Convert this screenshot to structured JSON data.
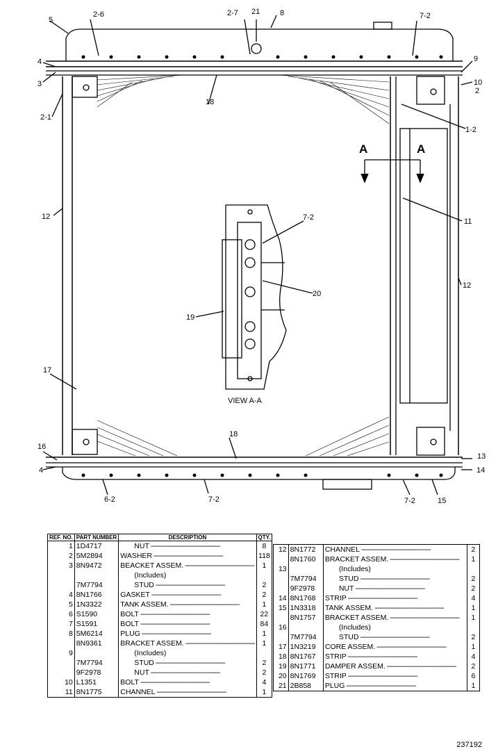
{
  "callouts": {
    "c2_6": "2-6",
    "c2_7": "2-7",
    "c21": "21",
    "c8": "8",
    "c5": "5",
    "c7_2_top": "7-2",
    "c4_top": "4",
    "c3": "3",
    "c9": "9",
    "c10": "10",
    "c2_right": "2",
    "c2_1": "2-1",
    "c18_top": "18",
    "c1_2": "1-2",
    "cA_left": "A",
    "cA_right": "A",
    "c12_left": "12",
    "c7_2_view": "7-2",
    "c11": "11",
    "c12_right": "12",
    "c20": "20",
    "c19": "19",
    "c17": "17",
    "view_label": "VIEW A-A",
    "c18_bottom": "18",
    "c16": "16",
    "c13": "13",
    "c4_bottom": "4",
    "c14": "14",
    "c6_2": "6-2",
    "c7_2_bl": "7-2",
    "c7_2_br": "7-2",
    "c15": "15"
  },
  "table_headers": {
    "ref": "REF. NO.",
    "part": "PART NUMBER",
    "desc": "DESCRIPTION",
    "qty": "QTY."
  },
  "parts_left": [
    {
      "ref": "1",
      "pn": "1D4717",
      "desc": "NUT",
      "qty": "8"
    },
    {
      "ref": "2",
      "pn": "5M2894",
      "desc": "WASHER",
      "qty": "118"
    },
    {
      "ref": "3",
      "pn": "8N9472",
      "desc": "BEACKET ASSEM.",
      "qty": "1"
    },
    {
      "ref": "",
      "pn": "",
      "desc": "(Includes)",
      "qty": ""
    },
    {
      "ref": "",
      "pn": "7M7794",
      "desc": "STUD",
      "qty": "2"
    },
    {
      "ref": "4",
      "pn": "8N1766",
      "desc": "GASKET",
      "qty": "2"
    },
    {
      "ref": "5",
      "pn": "1N3322",
      "desc": "TANK ASSEM.",
      "qty": "1"
    },
    {
      "ref": "6",
      "pn": "S1590",
      "desc": "BOLT",
      "qty": "22"
    },
    {
      "ref": "7",
      "pn": "S1591",
      "desc": "BOLT",
      "qty": "84"
    },
    {
      "ref": "8",
      "pn": "5M6214",
      "desc": "PLUG",
      "qty": "1"
    },
    {
      "ref": "",
      "pn": "8N9361",
      "desc": "BRACKET ASSEM.",
      "qty": "1"
    },
    {
      "ref": "9",
      "pn": "",
      "desc": "(Includes)",
      "qty": ""
    },
    {
      "ref": "",
      "pn": "7M7794",
      "desc": "STUD",
      "qty": "2"
    },
    {
      "ref": "",
      "pn": "9F2978",
      "desc": "NUT",
      "qty": "2"
    },
    {
      "ref": "10",
      "pn": "L1351",
      "desc": "BOLT",
      "qty": "4"
    },
    {
      "ref": "11",
      "pn": "8N1775",
      "desc": "CHANNEL",
      "qty": "1"
    }
  ],
  "parts_right": [
    {
      "ref": "12",
      "pn": "8N1772",
      "desc": "CHANNEL",
      "qty": "2"
    },
    {
      "ref": "",
      "pn": "8N1760",
      "desc": "BRACKET ASSEM.",
      "qty": "1"
    },
    {
      "ref": "13",
      "pn": "",
      "desc": "(Includes)",
      "qty": ""
    },
    {
      "ref": "",
      "pn": "7M7794",
      "desc": "STUD",
      "qty": "2"
    },
    {
      "ref": "",
      "pn": "9F2978",
      "desc": "NUT",
      "qty": "2"
    },
    {
      "ref": "14",
      "pn": "8N1768",
      "desc": "STRIP",
      "qty": "4"
    },
    {
      "ref": "15",
      "pn": "1N3318",
      "desc": "TANK ASSEM.",
      "qty": "1"
    },
    {
      "ref": "",
      "pn": "8N1757",
      "desc": "BRACKET ASSEM.",
      "qty": "1"
    },
    {
      "ref": "16",
      "pn": "",
      "desc": "(Includes)",
      "qty": ""
    },
    {
      "ref": "",
      "pn": "7M7794",
      "desc": "STUD",
      "qty": "2"
    },
    {
      "ref": "17",
      "pn": "1N3219",
      "desc": "CORE ASSEM.",
      "qty": "1"
    },
    {
      "ref": "18",
      "pn": "8N1767",
      "desc": "STRIP",
      "qty": "4"
    },
    {
      "ref": "19",
      "pn": "8N1771",
      "desc": "DAMPER ASSEM.",
      "qty": "2"
    },
    {
      "ref": "20",
      "pn": "8N1769",
      "desc": "STRIP",
      "qty": "6"
    },
    {
      "ref": "21",
      "pn": "2B858",
      "desc": "PLUG",
      "qty": "1"
    }
  ],
  "drawing_number": "237192"
}
